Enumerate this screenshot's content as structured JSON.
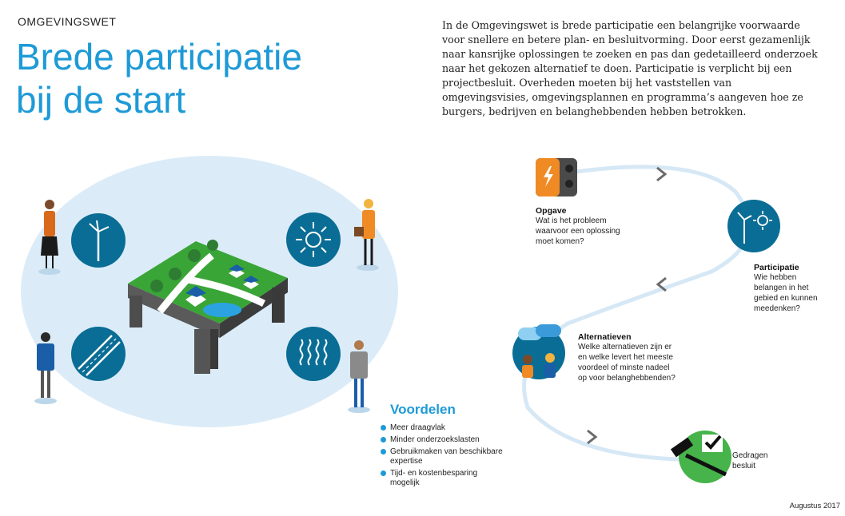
{
  "header": {
    "kicker": "OMGEVINGSWET",
    "title_line1": "Brede participatie",
    "title_line2": "bij de start"
  },
  "intro_text": "In de Omgevingswet is brede participatie een belangrijke voorwaarde voor snellere en betere plan- en besluitvorming. Door eerst gezamenlijk naar kansrijke oplossingen te zoeken en pas dan gedetailleerd onderzoek naar het gekozen alternatief te doen. Participatie is verplicht bij een projectbesluit. Overheden moeten bij het vaststellen van omgevingsvisies, omgevingsplannen en programma’s aangeven hoe ze burgers, bedrijven en belanghebbenden hebben betrokken.",
  "icons": {
    "left_top": "wind-turbine-icon",
    "right_top": "sun-icon",
    "left_bottom": "road-icon",
    "right_bottom": "water-icon"
  },
  "flow": {
    "opgave": {
      "title": "Opgave",
      "lines": [
        "Wat is het probleem",
        "waarvoor een oplossing",
        "moet komen?"
      ]
    },
    "participatie": {
      "title": "Participatie",
      "lines": [
        "Wie hebben",
        "belangen in het",
        "gebied en kunnen",
        "meedenken?"
      ]
    },
    "alternatieven": {
      "title": "Alternatieven",
      "lines": [
        "Welke alternatieven zijn er",
        "en welke levert het meeste",
        "voordeel of minste nadeel",
        "op voor belanghebbenden?"
      ]
    },
    "besluit": {
      "lines": [
        "Gedragen",
        "besluit"
      ]
    }
  },
  "voordelen": {
    "title": "Voordelen",
    "items": [
      "Meer draagvlak",
      "Minder onderzoekslasten",
      "Gebruikmaken van beschikbare expertise",
      "Tijd- en kostenbesparing mogelijk"
    ]
  },
  "footer": {
    "date": "Augustus 2017"
  },
  "colors": {
    "accent_blue": "#1e9ad6",
    "dark_blue": "#0a6d95",
    "green": "#46b34b",
    "orange": "#f08a24",
    "ellipse": "#dbecf8"
  }
}
